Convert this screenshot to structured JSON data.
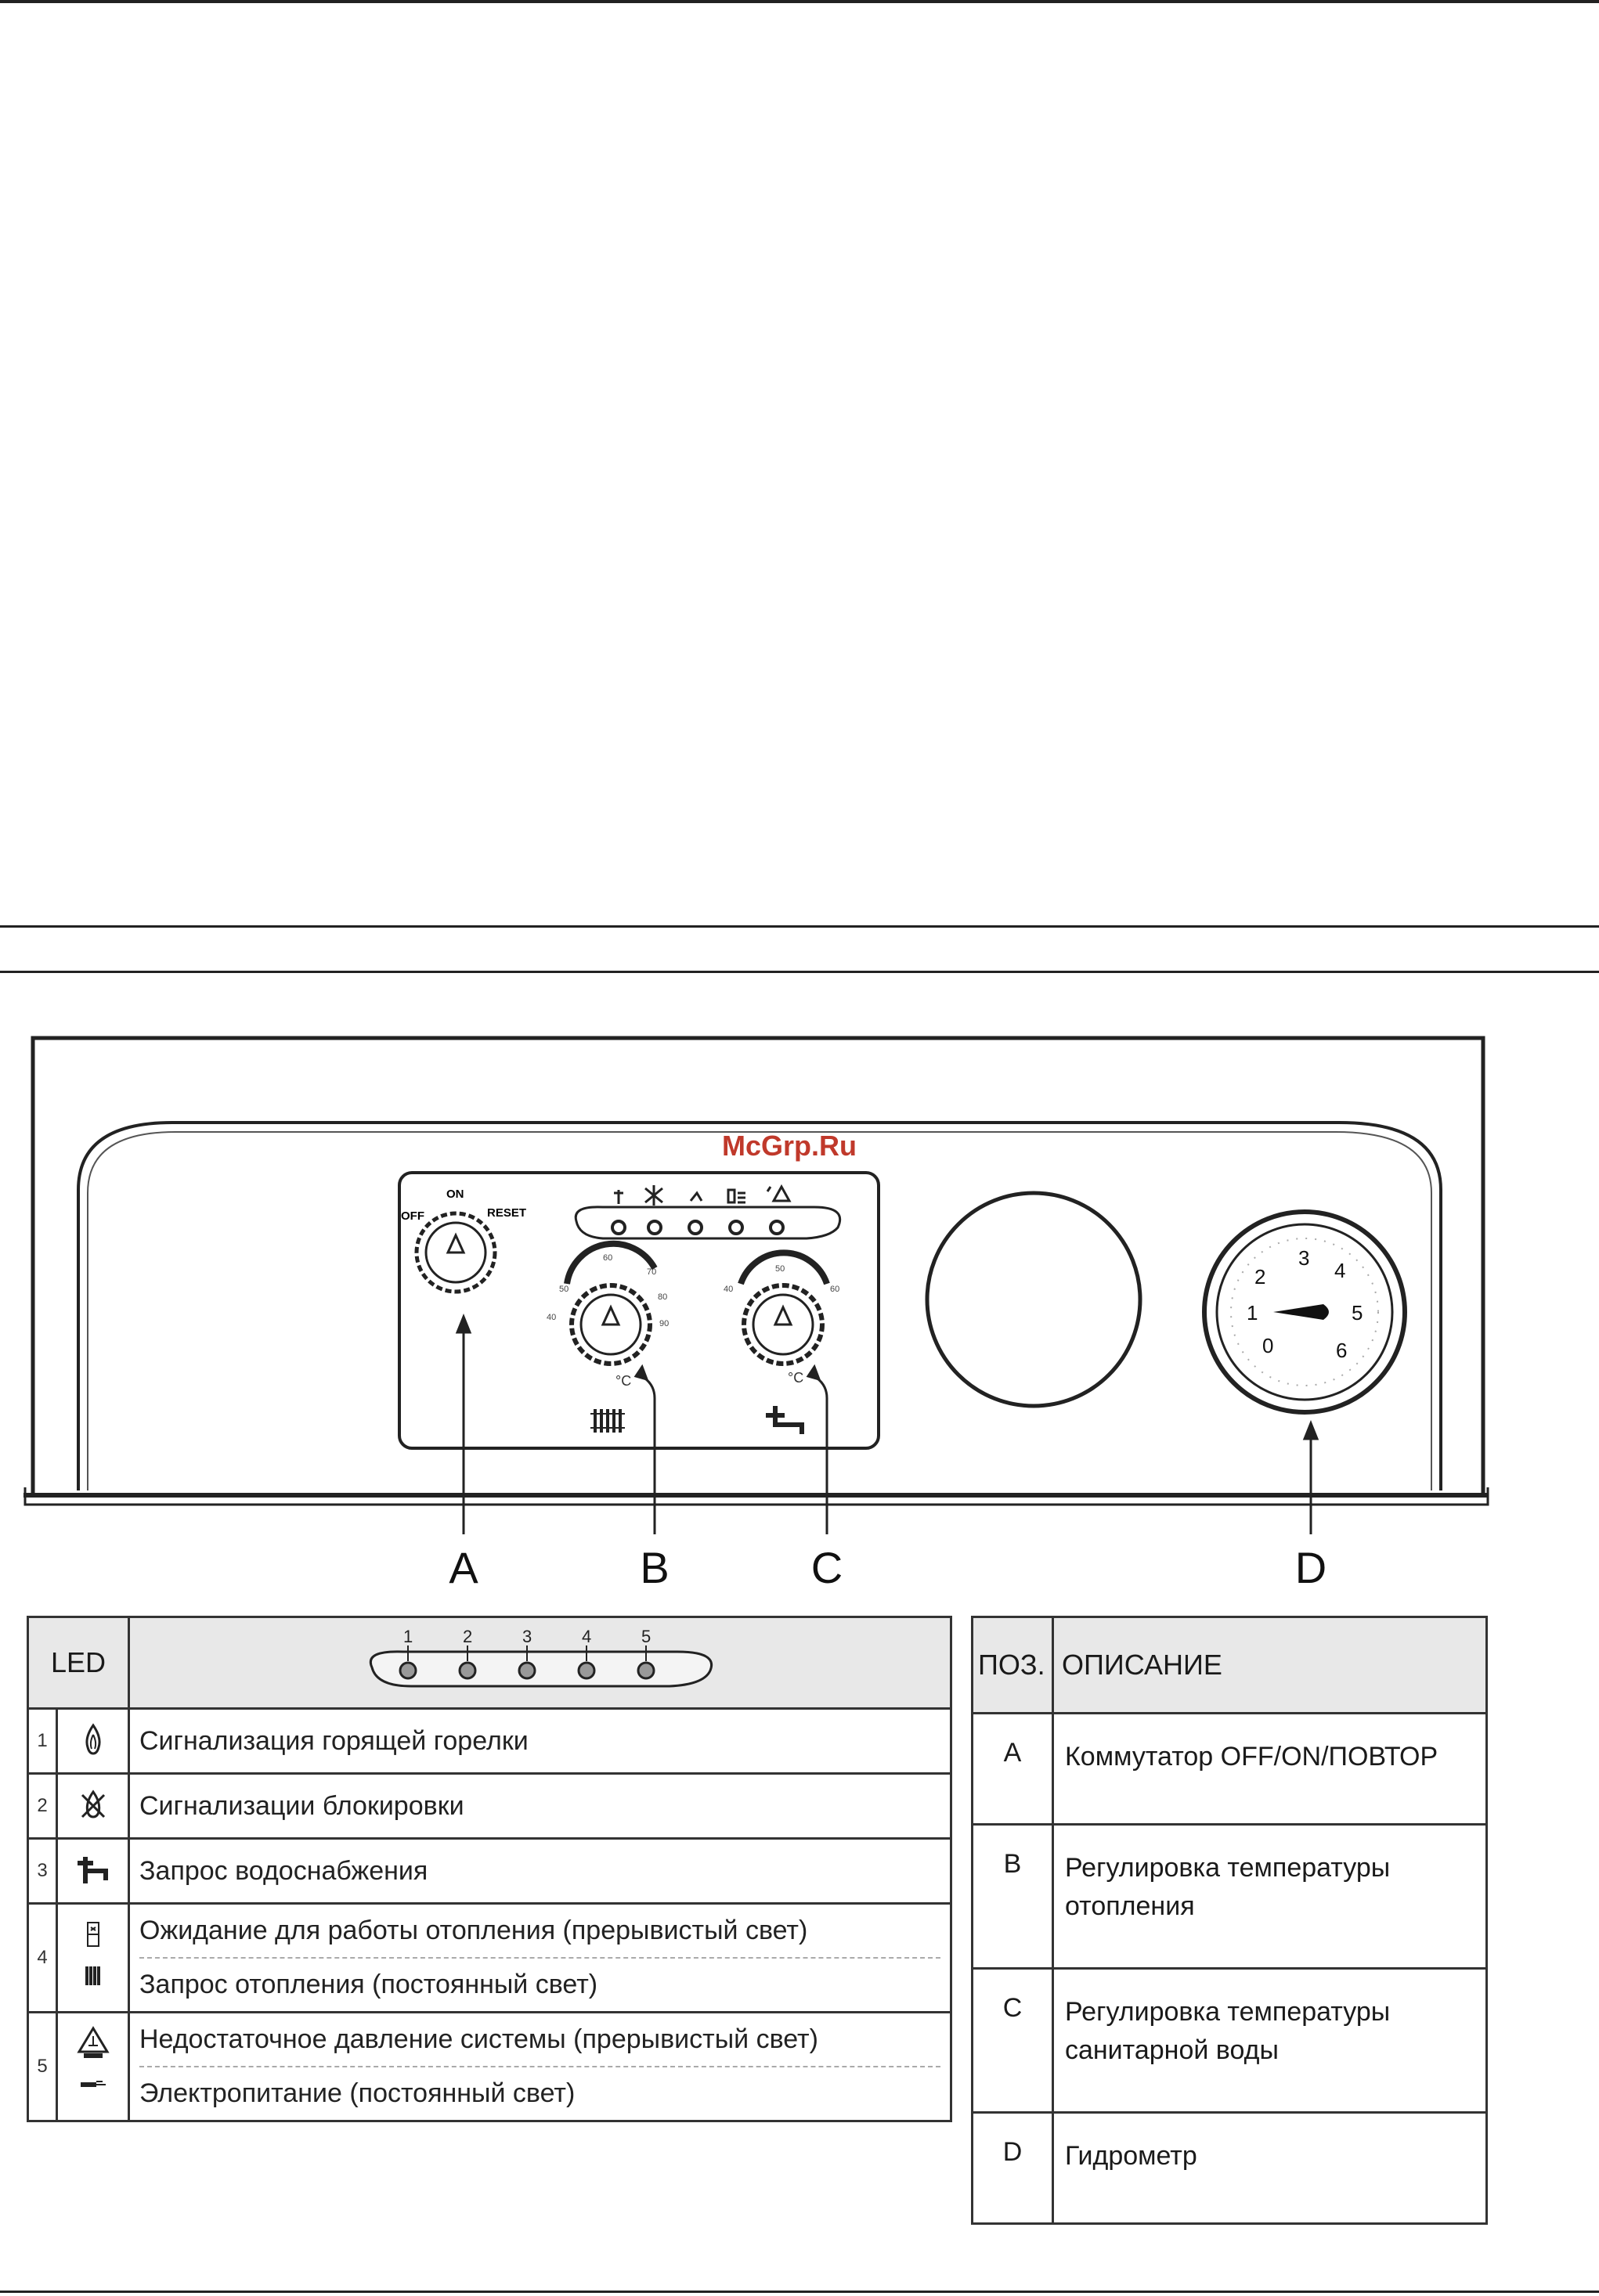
{
  "watermark": "McGrp.Ru",
  "panel": {
    "switch_labels": {
      "off": "OFF",
      "on": "ON",
      "reset": "RESET"
    },
    "heating_scale": [
      "40",
      "50",
      "60",
      "70",
      "80",
      "90"
    ],
    "water_scale": [
      "40",
      "50",
      "60"
    ],
    "gauge_numbers": [
      "0",
      "1",
      "2",
      "3",
      "4",
      "5",
      "6"
    ]
  },
  "callouts": {
    "a": "A",
    "b": "B",
    "c": "C",
    "d": "D"
  },
  "led_table": {
    "header": "LED",
    "led_numbers": [
      "1",
      "2",
      "3",
      "4",
      "5"
    ],
    "rows": [
      {
        "num": "1",
        "icon": "flame-icon",
        "lines": [
          "Сигнализация горящей горелки"
        ]
      },
      {
        "num": "2",
        "icon": "lockout-icon",
        "lines": [
          "Сигнализации блокировки"
        ]
      },
      {
        "num": "3",
        "icon": "tap-icon",
        "lines": [
          "Запрос водоснабжения"
        ]
      },
      {
        "num": "4",
        "icon": "radiator-icon",
        "lines": [
          "Ожидание для работы отопления (прерывистый свет)",
          "Запрос отопления (постоянный свет)"
        ]
      },
      {
        "num": "5",
        "icon": "pressure-warning-icon",
        "lines": [
          "Недостаточное давление системы (прерывистый свет)",
          "Электропитание (постоянный свет)"
        ]
      }
    ]
  },
  "pos_table": {
    "header_pos": "ПОЗ.",
    "header_desc": "ОПИСАНИЕ",
    "rows": [
      {
        "letter": "A",
        "text": "Коммутатор OFF/ON/ПОВТОР"
      },
      {
        "letter": "B",
        "text": "Регулировка температуры отопления"
      },
      {
        "letter": "C",
        "text": "Регулировка температуры санитарной воды"
      },
      {
        "letter": "D",
        "text": "Гидрометр"
      }
    ]
  },
  "colors": {
    "line": "#222222",
    "header_bg": "#e8e8e8",
    "watermark": "#c0392b"
  }
}
